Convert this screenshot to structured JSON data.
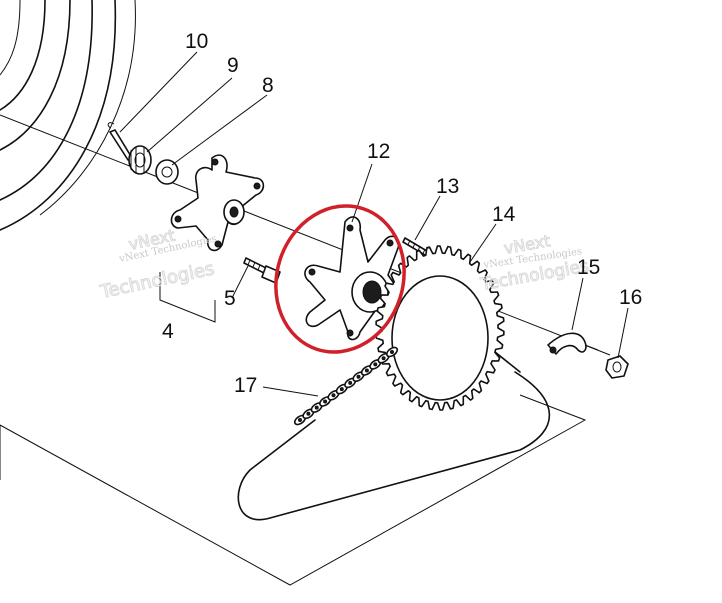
{
  "callouts": {
    "c4": "4",
    "c5": "5",
    "c8": "8",
    "c9": "9",
    "c10": "10",
    "c12": "12",
    "c13": "13",
    "c14": "14",
    "c15": "15",
    "c16": "16",
    "c17": "17"
  },
  "watermark": {
    "line1": "vNext Technologies",
    "line2": "Technologies",
    "line3": "vNext Technologies",
    "line4": "vNext",
    "line5": "Technologies",
    "line6": "vNext"
  },
  "colors": {
    "highlight_ring": "#d0202a",
    "ink": "#111111"
  }
}
